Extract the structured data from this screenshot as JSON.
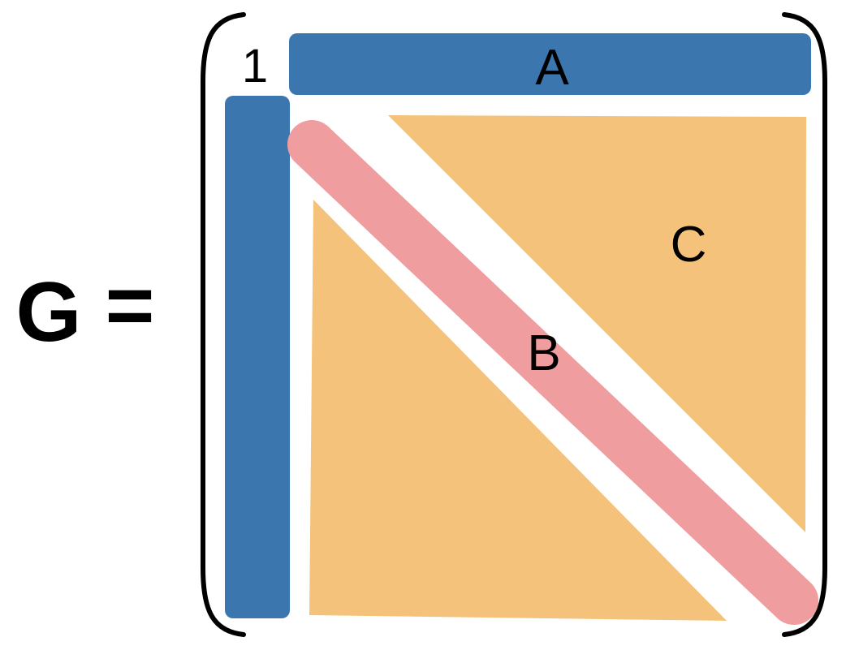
{
  "equation": {
    "lhs": "G",
    "equals": "="
  },
  "matrix": {
    "corner_entry": "1",
    "blocks": {
      "first_row": {
        "label": "",
        "color": "#3b77ae"
      },
      "top_bar": {
        "label": "A",
        "color": "#3b77ae"
      },
      "diagonal": {
        "label": "B",
        "color": "#ef9d9f"
      },
      "upper_triangle": {
        "label": "C",
        "color": "#f4c27a"
      },
      "lower_triangle": {
        "label": "",
        "color": "#f4c27a"
      }
    },
    "bracket_color": "#000000"
  }
}
